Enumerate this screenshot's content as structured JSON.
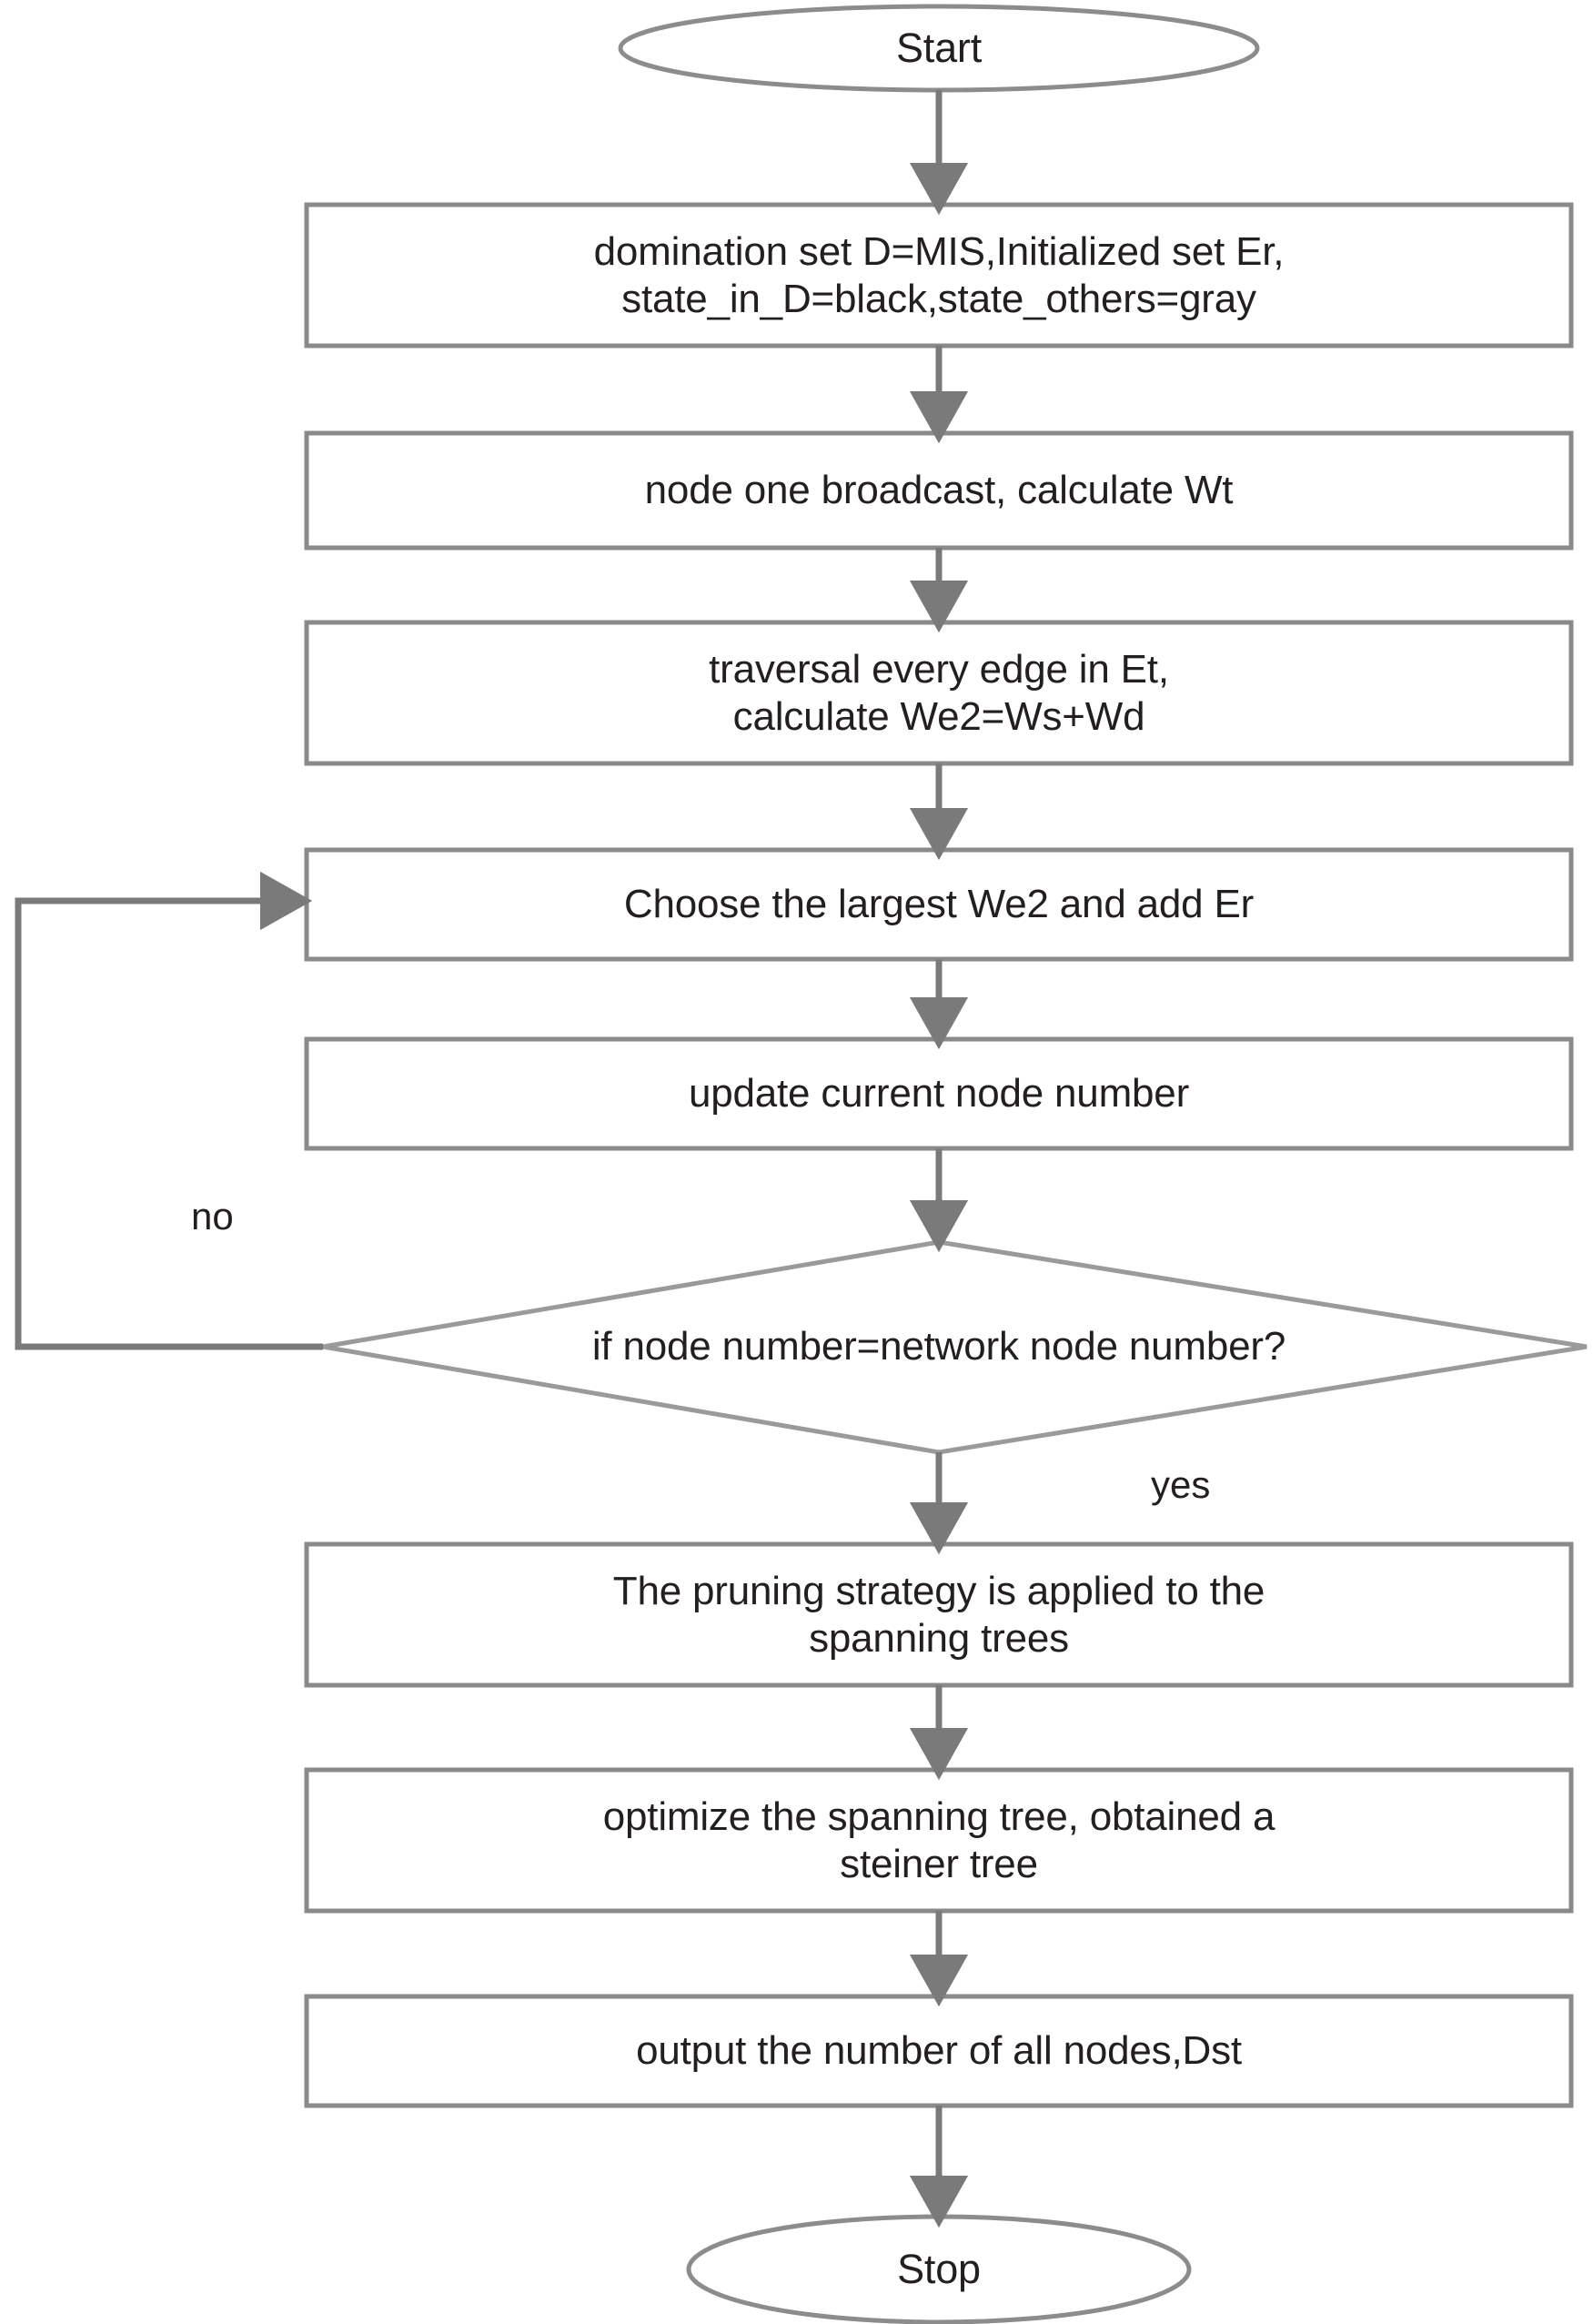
{
  "diagram": {
    "title": "Spanning tree / steiner tree construction flowchart",
    "type": "flowchart",
    "colors": {
      "shape_stroke": "#808080",
      "shape_fill": "#ffffff",
      "connector": "#7a7a7a",
      "text": "#231f20",
      "background": "#ffffff"
    },
    "nodes": [
      {
        "id": "start",
        "shape": "ellipse",
        "label": "Start"
      },
      {
        "id": "init",
        "shape": "process",
        "label": "domination set D=MIS,Initialized set Er,\nstate_in_D=black,state_others=gray"
      },
      {
        "id": "broadcast",
        "shape": "process",
        "label": "node one broadcast, calculate Wt"
      },
      {
        "id": "traversal",
        "shape": "process",
        "label": "traversal every edge in Et,\ncalculate We2=Ws+Wd"
      },
      {
        "id": "choose",
        "shape": "process",
        "label": "Choose the largest We2 and add Er"
      },
      {
        "id": "update",
        "shape": "process",
        "label": "update current node number"
      },
      {
        "id": "decision",
        "shape": "decision",
        "label": "if node number=network node number?"
      },
      {
        "id": "pruning",
        "shape": "process",
        "label": "The pruning strategy is applied to the\nspanning trees"
      },
      {
        "id": "optimize",
        "shape": "process",
        "label": "optimize the spanning tree, obtained a\nsteiner tree"
      },
      {
        "id": "output",
        "shape": "process",
        "label": "output the number of all nodes,Dst"
      },
      {
        "id": "stop",
        "shape": "ellipse",
        "label": "Stop"
      }
    ],
    "edge_labels": {
      "no": "no",
      "yes": "yes"
    },
    "edges": [
      {
        "from": "start",
        "to": "init",
        "label": ""
      },
      {
        "from": "init",
        "to": "broadcast",
        "label": ""
      },
      {
        "from": "broadcast",
        "to": "traversal",
        "label": ""
      },
      {
        "from": "traversal",
        "to": "choose",
        "label": ""
      },
      {
        "from": "choose",
        "to": "update",
        "label": ""
      },
      {
        "from": "update",
        "to": "decision",
        "label": ""
      },
      {
        "from": "decision",
        "to": "choose",
        "label": "no"
      },
      {
        "from": "decision",
        "to": "pruning",
        "label": "yes"
      },
      {
        "from": "pruning",
        "to": "optimize",
        "label": ""
      },
      {
        "from": "optimize",
        "to": "output",
        "label": ""
      },
      {
        "from": "output",
        "to": "stop",
        "label": ""
      }
    ]
  }
}
